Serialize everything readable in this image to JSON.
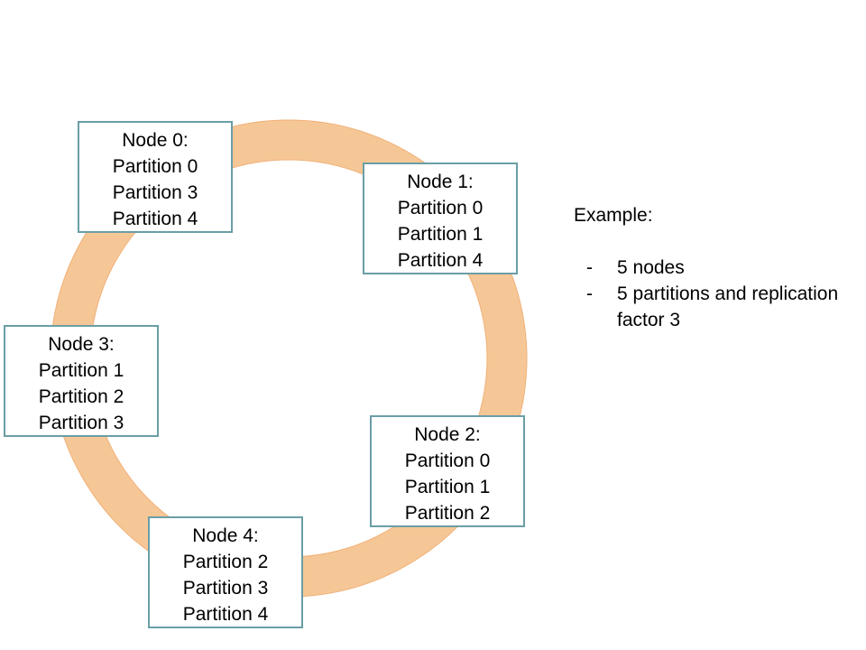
{
  "ring": {
    "color": "#f6c796",
    "stroke_color": "#f0b078"
  },
  "node_border_color": "#6a9ea6",
  "nodes": [
    {
      "title": "Node 0:",
      "partitions": [
        "Partition 0",
        "Partition 3",
        "Partition 4"
      ]
    },
    {
      "title": "Node 1:",
      "partitions": [
        "Partition 0",
        "Partition 1",
        "Partition 4"
      ]
    },
    {
      "title": "Node 2:",
      "partitions": [
        "Partition 0",
        "Partition 1",
        "Partition 2"
      ]
    },
    {
      "title": "Node 3:",
      "partitions": [
        "Partition 1",
        "Partition 2",
        "Partition 3"
      ]
    },
    {
      "title": "Node 4:",
      "partitions": [
        "Partition 2",
        "Partition 3",
        "Partition 4"
      ]
    }
  ],
  "legend": {
    "title": "Example:",
    "items": [
      {
        "dash": "-",
        "text": "5 nodes"
      },
      {
        "dash": "-",
        "text": "5 partitions and replication factor 3"
      }
    ]
  }
}
